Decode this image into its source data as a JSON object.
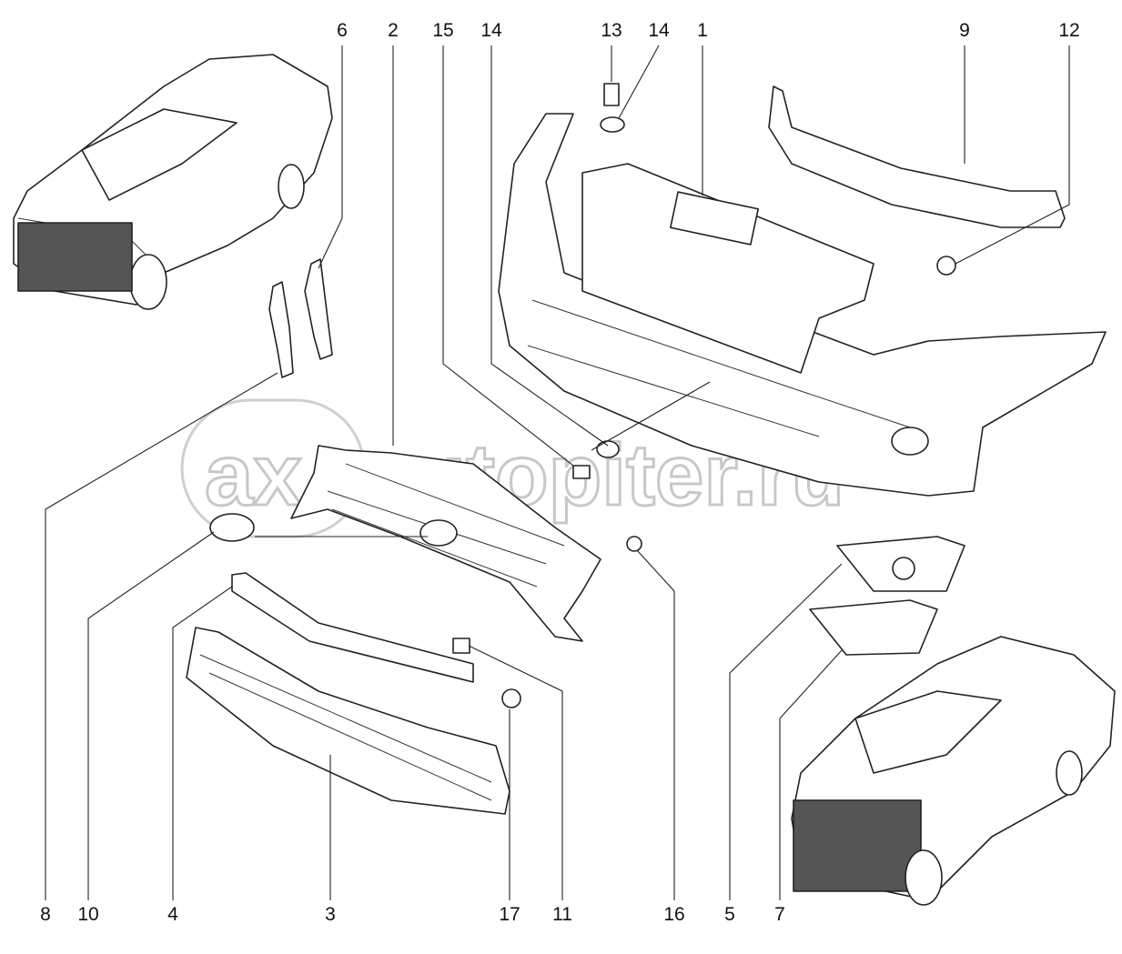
{
  "watermark": {
    "logo_text": "ax",
    "site_text": "autopiter.ru"
  },
  "callouts": [
    {
      "id": "c6",
      "text": "6"
    },
    {
      "id": "c2",
      "text": "2"
    },
    {
      "id": "c15",
      "text": "15"
    },
    {
      "id": "c14a",
      "text": "14"
    },
    {
      "id": "c13",
      "text": "13"
    },
    {
      "id": "c14b",
      "text": "14"
    },
    {
      "id": "c1",
      "text": "1"
    },
    {
      "id": "c9",
      "text": "9"
    },
    {
      "id": "c12",
      "text": "12"
    },
    {
      "id": "c8",
      "text": "8"
    },
    {
      "id": "c10",
      "text": "10"
    },
    {
      "id": "c4",
      "text": "4"
    },
    {
      "id": "c3",
      "text": "3"
    },
    {
      "id": "c17",
      "text": "17"
    },
    {
      "id": "c11",
      "text": "11"
    },
    {
      "id": "c16",
      "text": "16"
    },
    {
      "id": "c5",
      "text": "5"
    },
    {
      "id": "c7",
      "text": "7"
    }
  ]
}
